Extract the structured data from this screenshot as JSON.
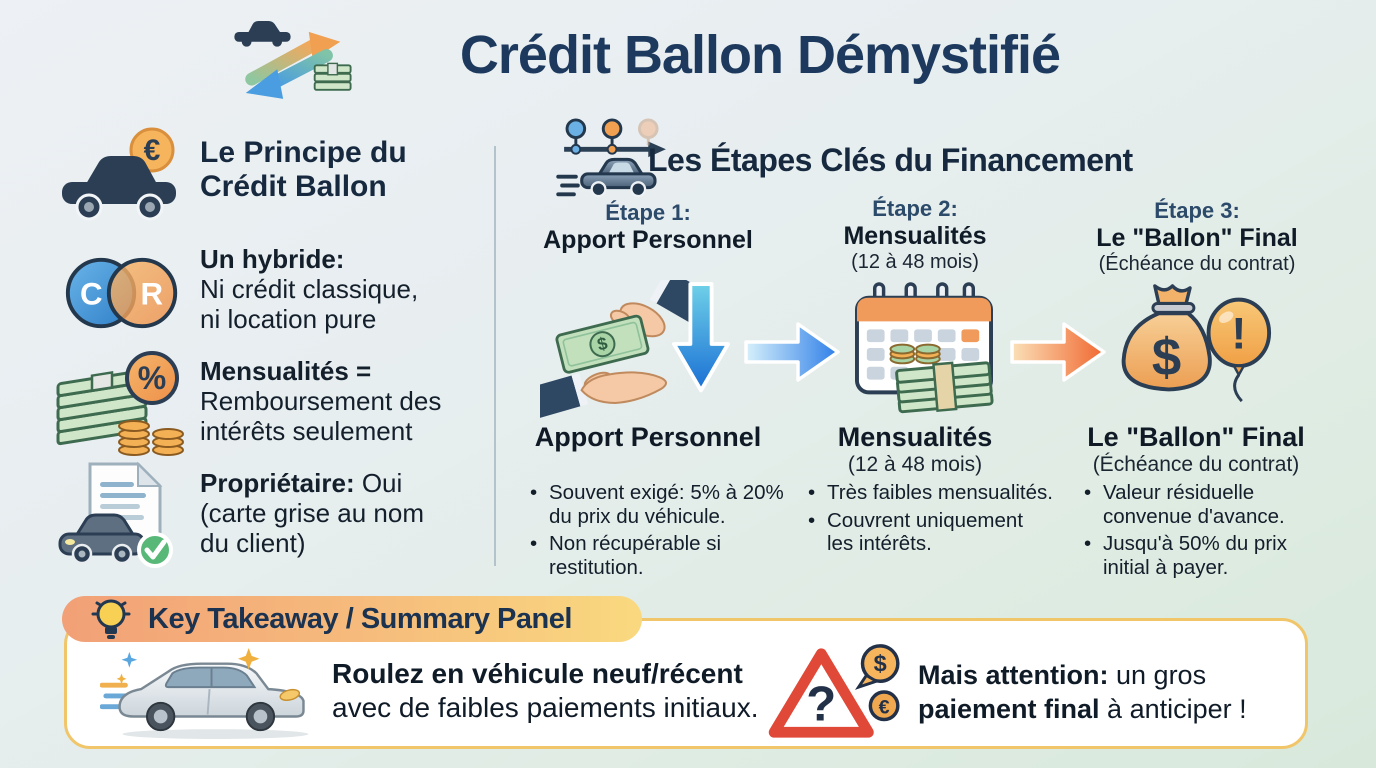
{
  "title": {
    "text": "Crédit Ballon Démystifié"
  },
  "glyphs": {
    "euro": "€",
    "percent": "%",
    "dollar": "$",
    "excl": "!",
    "question": "?"
  },
  "principle": {
    "heading_line1": "Le Principe du",
    "heading_line2": "Crédit Ballon",
    "venn": {
      "left": "C",
      "right": "R"
    },
    "items": [
      {
        "bold": "Un hybride:",
        "lines": [
          "Ni crédit classique,",
          "ni location pure"
        ]
      },
      {
        "bold": "Mensualités =",
        "lines": [
          "Remboursement des",
          "intérêts seulement"
        ]
      },
      {
        "bold": "Propriétaire:",
        "bold_suffix": " Oui",
        "lines": [
          "(carte grise au nom",
          "du client)"
        ]
      }
    ]
  },
  "steps": {
    "heading": "Les Étapes Clés du Financement",
    "items": [
      {
        "label": "Étape 1:",
        "title": "Apport Personnel",
        "subtitle": "",
        "caption": "Apport Personnel",
        "caption_sub": "",
        "bullets": [
          "Souvent exigé: 5% à 20% du prix du véhicule.",
          "Non récupérable si restitution."
        ]
      },
      {
        "label": "Étape 2:",
        "title": "Mensualités",
        "subtitle": "(12 à 48 mois)",
        "caption": "Mensualités",
        "caption_sub": "(12 à 48 mois)",
        "bullets": [
          "Très faibles mensualités.",
          "Couvrent uniquement les intérêts."
        ]
      },
      {
        "label": "Étape 3:",
        "title": "Le \"Ballon\" Final",
        "subtitle": "(Échéance du contrat)",
        "caption": "Le \"Ballon\" Final",
        "caption_sub": "(Échéance du contrat)",
        "bullets": [
          "Valeur résiduelle convenue d'avance.",
          "Jusqu'à 50% du prix initial à payer."
        ]
      }
    ]
  },
  "summary": {
    "header": "Key Takeaway / Summary Panel",
    "pro_bold": "Roulez en véhicule neuf/récent",
    "pro_rest": "avec de faibles paiements initiaux.",
    "con_bold1": "Mais attention:",
    "con_rest1": " un gros",
    "con_bold2": "paiement final",
    "con_rest2": " à anticiper !"
  },
  "colors": {
    "navy": "#1d3a5e",
    "text_dark": "#101b28",
    "orange": "#f09e56",
    "blue": "#4a9de0",
    "green_bill": "#c2e0bc",
    "gold_border": "#f1c569",
    "pill_start": "#f2a077",
    "pill_end": "#f9d97f",
    "warning_red": "#e04838",
    "divider": "#b3c3cc"
  }
}
